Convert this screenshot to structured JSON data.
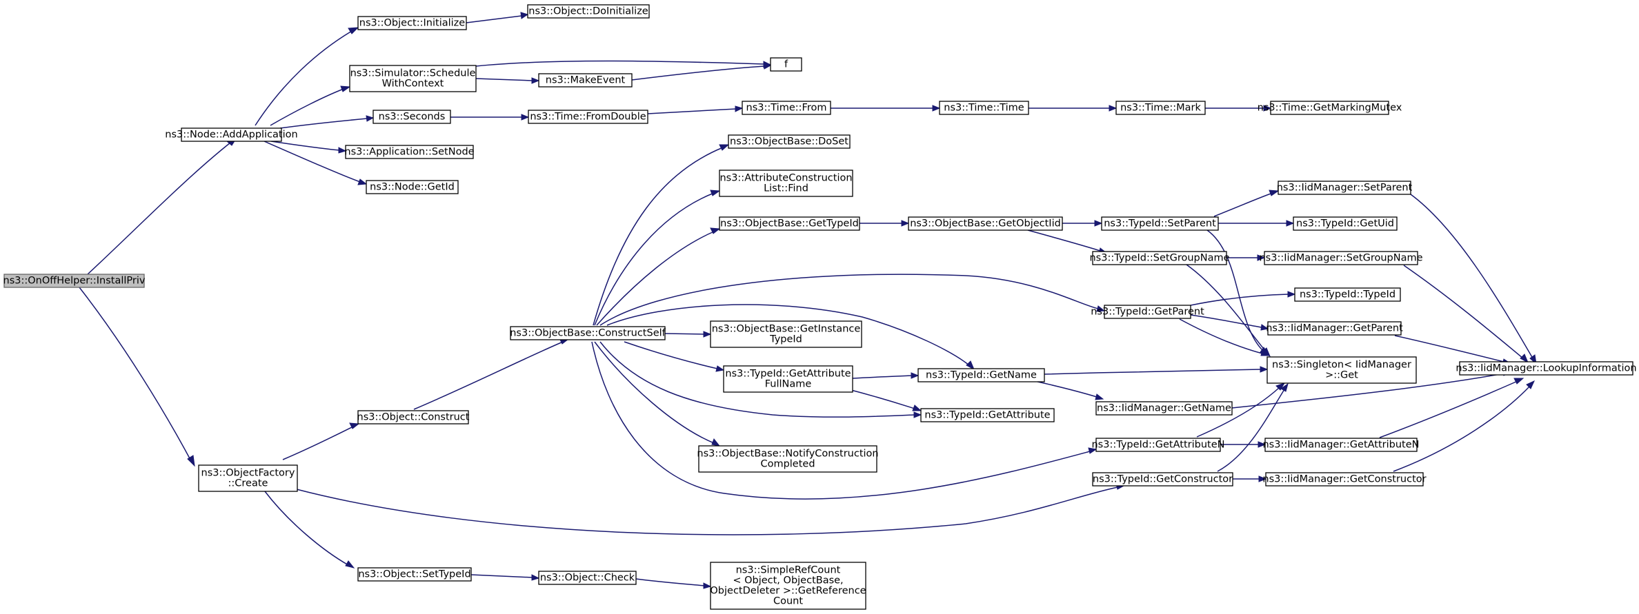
{
  "colors": {
    "edge": "#191970",
    "root_fill": "#bfbfbf",
    "node_fill": "#ffffff",
    "node_stroke": "#000000"
  },
  "nodes": [
    {
      "id": "installpriv",
      "lines": [
        "ns3::OnOffHelper::InstallPriv"
      ],
      "root": true
    },
    {
      "id": "addapp",
      "lines": [
        "ns3::Node::AddApplication"
      ]
    },
    {
      "id": "objfactory",
      "lines": [
        "ns3::ObjectFactory",
        "::Create"
      ]
    },
    {
      "id": "initialize",
      "lines": [
        "ns3::Object::Initialize"
      ]
    },
    {
      "id": "doinit",
      "lines": [
        "ns3::Object::DoInitialize"
      ]
    },
    {
      "id": "schedule",
      "lines": [
        "ns3::Simulator::Schedule",
        "WithContext"
      ]
    },
    {
      "id": "f",
      "lines": [
        "f"
      ]
    },
    {
      "id": "makeevent",
      "lines": [
        "ns3::MakeEvent"
      ]
    },
    {
      "id": "seconds",
      "lines": [
        "ns3::Seconds"
      ]
    },
    {
      "id": "fromdouble",
      "lines": [
        "ns3::Time::FromDouble"
      ]
    },
    {
      "id": "timefrom",
      "lines": [
        "ns3::Time::From"
      ]
    },
    {
      "id": "timetime",
      "lines": [
        "ns3::Time::Time"
      ]
    },
    {
      "id": "timemark",
      "lines": [
        "ns3::Time::Mark"
      ]
    },
    {
      "id": "getmarkingmutex",
      "lines": [
        "ns3::Time::GetMarkingMutex"
      ]
    },
    {
      "id": "setnode",
      "lines": [
        "ns3::Application::SetNode"
      ]
    },
    {
      "id": "nodegetid",
      "lines": [
        "ns3::Node::GetId"
      ]
    },
    {
      "id": "construct",
      "lines": [
        "ns3::Object::Construct"
      ]
    },
    {
      "id": "constructself",
      "lines": [
        "ns3::ObjectBase::ConstructSelf"
      ]
    },
    {
      "id": "doset",
      "lines": [
        "ns3::ObjectBase::DoSet"
      ]
    },
    {
      "id": "attrfind",
      "lines": [
        "ns3::AttributeConstruction",
        "List::Find"
      ]
    },
    {
      "id": "gettypeid",
      "lines": [
        "ns3::ObjectBase::GetTypeId"
      ]
    },
    {
      "id": "getobjectiid",
      "lines": [
        "ns3::ObjectBase::GetObjectIid"
      ]
    },
    {
      "id": "setparent",
      "lines": [
        "ns3::TypeId::SetParent"
      ]
    },
    {
      "id": "iidsetparent",
      "lines": [
        "ns3::IidManager::SetParent"
      ]
    },
    {
      "id": "getuid",
      "lines": [
        "ns3::TypeId::GetUid"
      ]
    },
    {
      "id": "setgroupname",
      "lines": [
        "ns3::TypeId::SetGroupName"
      ]
    },
    {
      "id": "iidsetgroupname",
      "lines": [
        "ns3::IidManager::SetGroupName"
      ]
    },
    {
      "id": "typeidtypeid",
      "lines": [
        "ns3::TypeId::TypeId"
      ]
    },
    {
      "id": "getparent",
      "lines": [
        "ns3::TypeId::GetParent"
      ]
    },
    {
      "id": "iidgetparent",
      "lines": [
        "ns3::IidManager::GetParent"
      ]
    },
    {
      "id": "getinstancetypeid",
      "lines": [
        "ns3::ObjectBase::GetInstance",
        "TypeId"
      ]
    },
    {
      "id": "singletonget",
      "lines": [
        "ns3::Singleton< IidManager",
        " >::Get"
      ]
    },
    {
      "id": "lookupinfo",
      "lines": [
        "ns3::IidManager::LookupInformation"
      ]
    },
    {
      "id": "getattrfullname",
      "lines": [
        "ns3::TypeId::GetAttribute",
        "FullName"
      ]
    },
    {
      "id": "getname",
      "lines": [
        "ns3::TypeId::GetName"
      ]
    },
    {
      "id": "iidgetname",
      "lines": [
        "ns3::IidManager::GetName"
      ]
    },
    {
      "id": "getattribute",
      "lines": [
        "ns3::TypeId::GetAttribute"
      ]
    },
    {
      "id": "getattributen",
      "lines": [
        "ns3::TypeId::GetAttributeN"
      ]
    },
    {
      "id": "iidgetattributen",
      "lines": [
        "ns3::IidManager::GetAttributeN"
      ]
    },
    {
      "id": "notifyconstruction",
      "lines": [
        "ns3::ObjectBase::NotifyConstruction",
        "Completed"
      ]
    },
    {
      "id": "getconstructor",
      "lines": [
        "ns3::TypeId::GetConstructor"
      ]
    },
    {
      "id": "iidgetconstructor",
      "lines": [
        "ns3::IidManager::GetConstructor"
      ]
    },
    {
      "id": "settypeid",
      "lines": [
        "ns3::Object::SetTypeId"
      ]
    },
    {
      "id": "objcheck",
      "lines": [
        "ns3::Object::Check"
      ]
    },
    {
      "id": "getrefcount",
      "lines": [
        "ns3::SimpleRefCount",
        "< Object, ObjectBase,",
        " ObjectDeleter >::GetReference",
        "Count"
      ]
    }
  ]
}
